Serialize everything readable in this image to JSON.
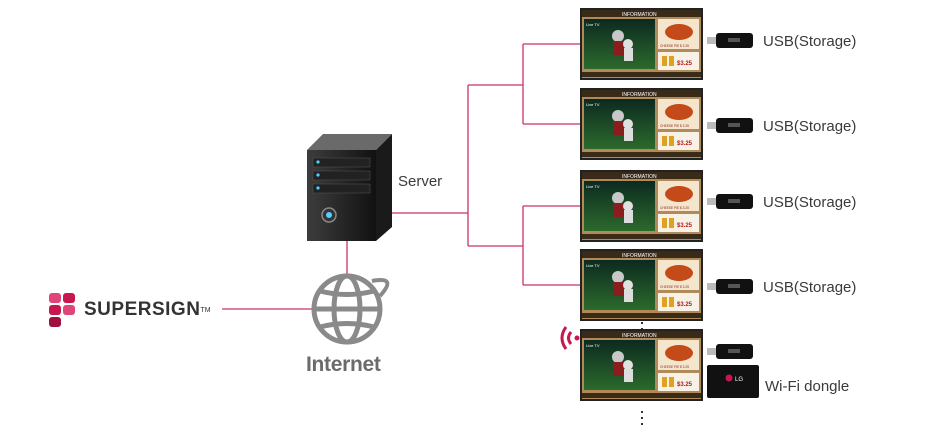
{
  "labels": {
    "server": "Server",
    "internet": "Internet",
    "brand": "SUPERSIGN",
    "brand_tm": "TM",
    "usb": [
      "USB(Storage)",
      "USB(Storage)",
      "USB(Storage)",
      "USB(Storage)"
    ],
    "wifi": "Wi-Fi dongle",
    "dongle_brand": "LG"
  },
  "screen": {
    "header": "INFORMATION",
    "live_tv": "Live TV",
    "price": "$3.25",
    "food": "CHEESE PIE $ 3.25"
  },
  "colors": {
    "line": "#cc3366",
    "brand": "#c8174f",
    "dark": "#333333"
  }
}
